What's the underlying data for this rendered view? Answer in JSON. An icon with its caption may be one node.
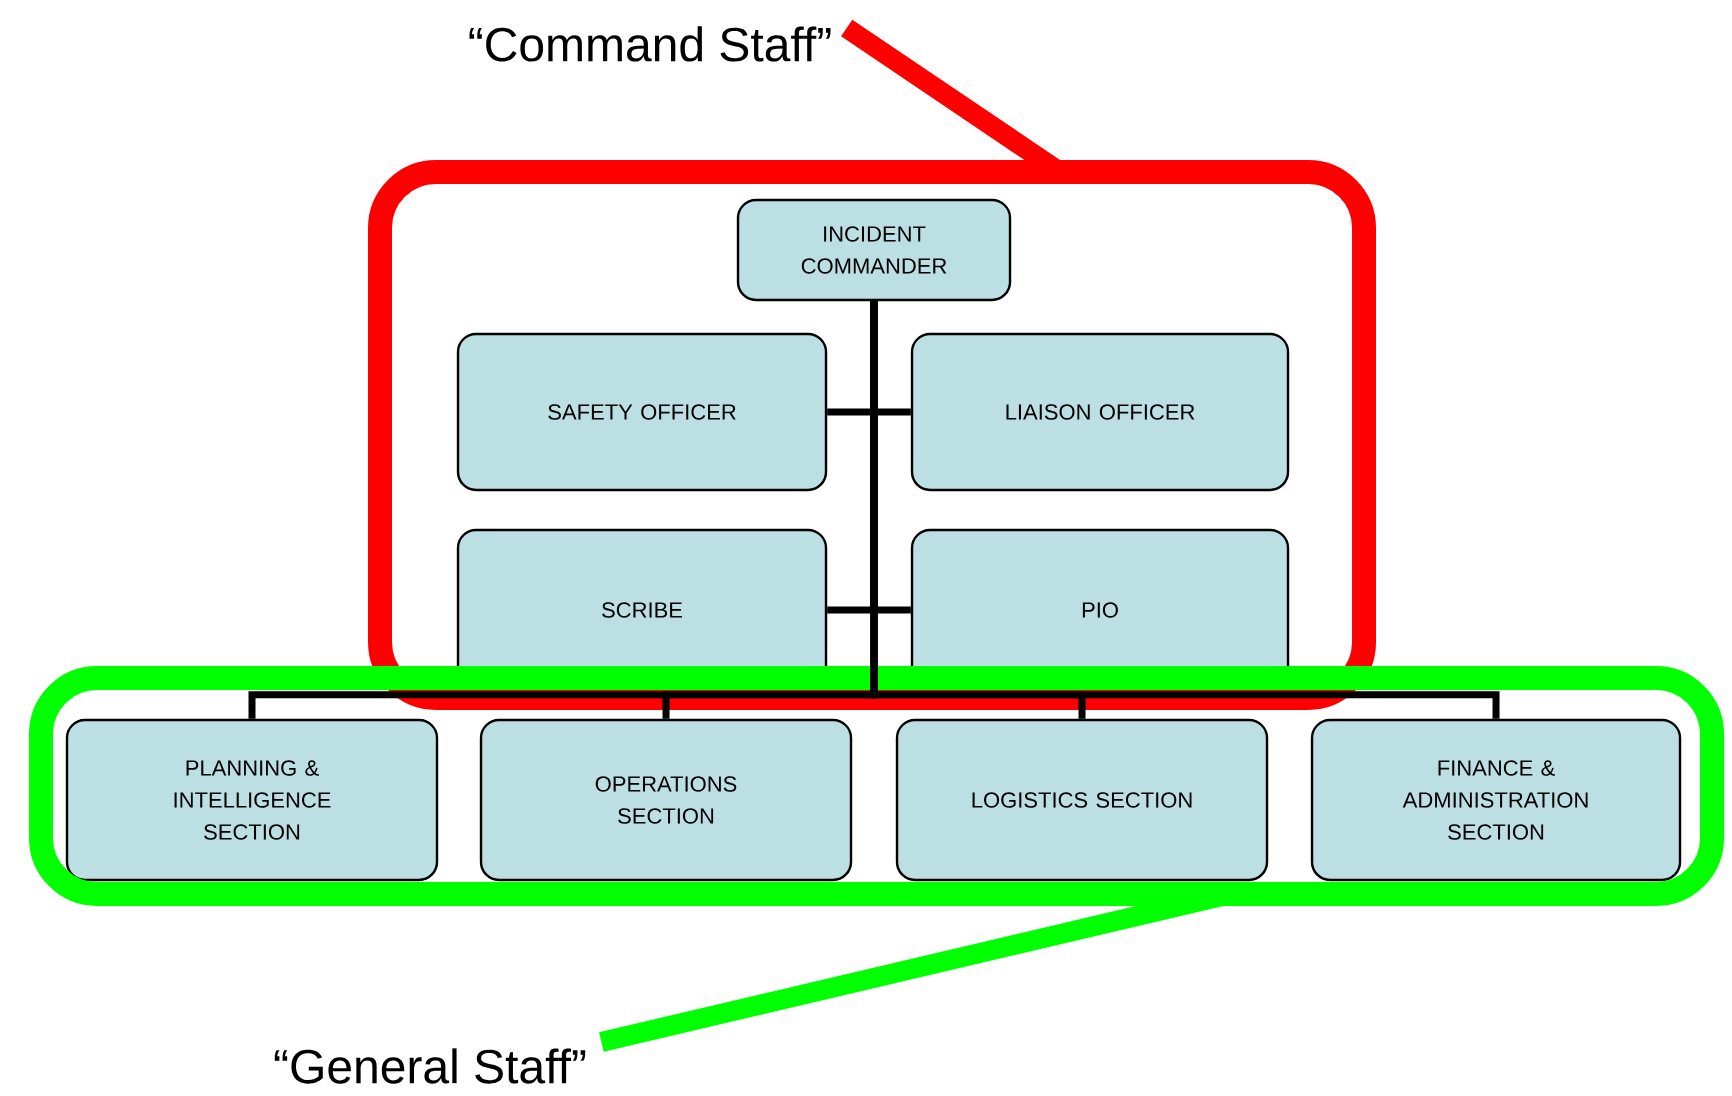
{
  "diagram": {
    "nodes": [
      {
        "text": [
          "“Command Staff”"
        ]
      },
      {
        "text": [],
        "shape": "box"
      },
      {
        "text": [
          "INCIDENT COMMANDER"
        ],
        "in": 1
      },
      {
        "text": [
          "SAFETY OFFICER"
        ],
        "in": 1
      },
      {
        "text": [
          "LIAISON OFFICER"
        ],
        "in": 1
      },
      {
        "text": [
          "SCRIBE"
        ],
        "in": 1
      },
      {
        "text": [
          "PIO"
        ],
        "in": 1
      },
      {
        "text": [],
        "shape": "box"
      },
      {
        "text": [
          "PLANNING & INTELLIGENCE SECTION"
        ],
        "in": 7
      },
      {
        "text": [
          "OPERATIONS SECTION"
        ],
        "in": 7
      },
      {
        "text": [
          "LOGISTICS SECTION"
        ],
        "in": 7
      },
      {
        "text": [
          "FINANCE & ADMINISTRATION SECTION"
        ],
        "in": 7
      },
      {
        "text": [
          "“General Staff”"
        ]
      }
    ],
    "edges": [
      {
        "from": 2,
        "to": 3,
        "arrow": "none"
      },
      {
        "from": 2,
        "to": 4,
        "arrow": "none"
      },
      {
        "from": 2,
        "to": 5,
        "arrow": "none"
      },
      {
        "from": 2,
        "to": 6,
        "arrow": "none"
      },
      {
        "from": 2,
        "to": 8,
        "arrow": "none"
      },
      {
        "from": 2,
        "to": 9,
        "arrow": "none"
      },
      {
        "from": 2,
        "to": 10,
        "arrow": "none"
      },
      {
        "from": 2,
        "to": 11,
        "arrow": "none"
      },
      {
        "from": 0,
        "to": 1,
        "arrow": "none",
        "style": "thick",
        "color": "#ff0000"
      },
      {
        "from": 12,
        "to": 7,
        "arrow": "none",
        "style": "thick",
        "color": "#00ff00"
      }
    ]
  }
}
